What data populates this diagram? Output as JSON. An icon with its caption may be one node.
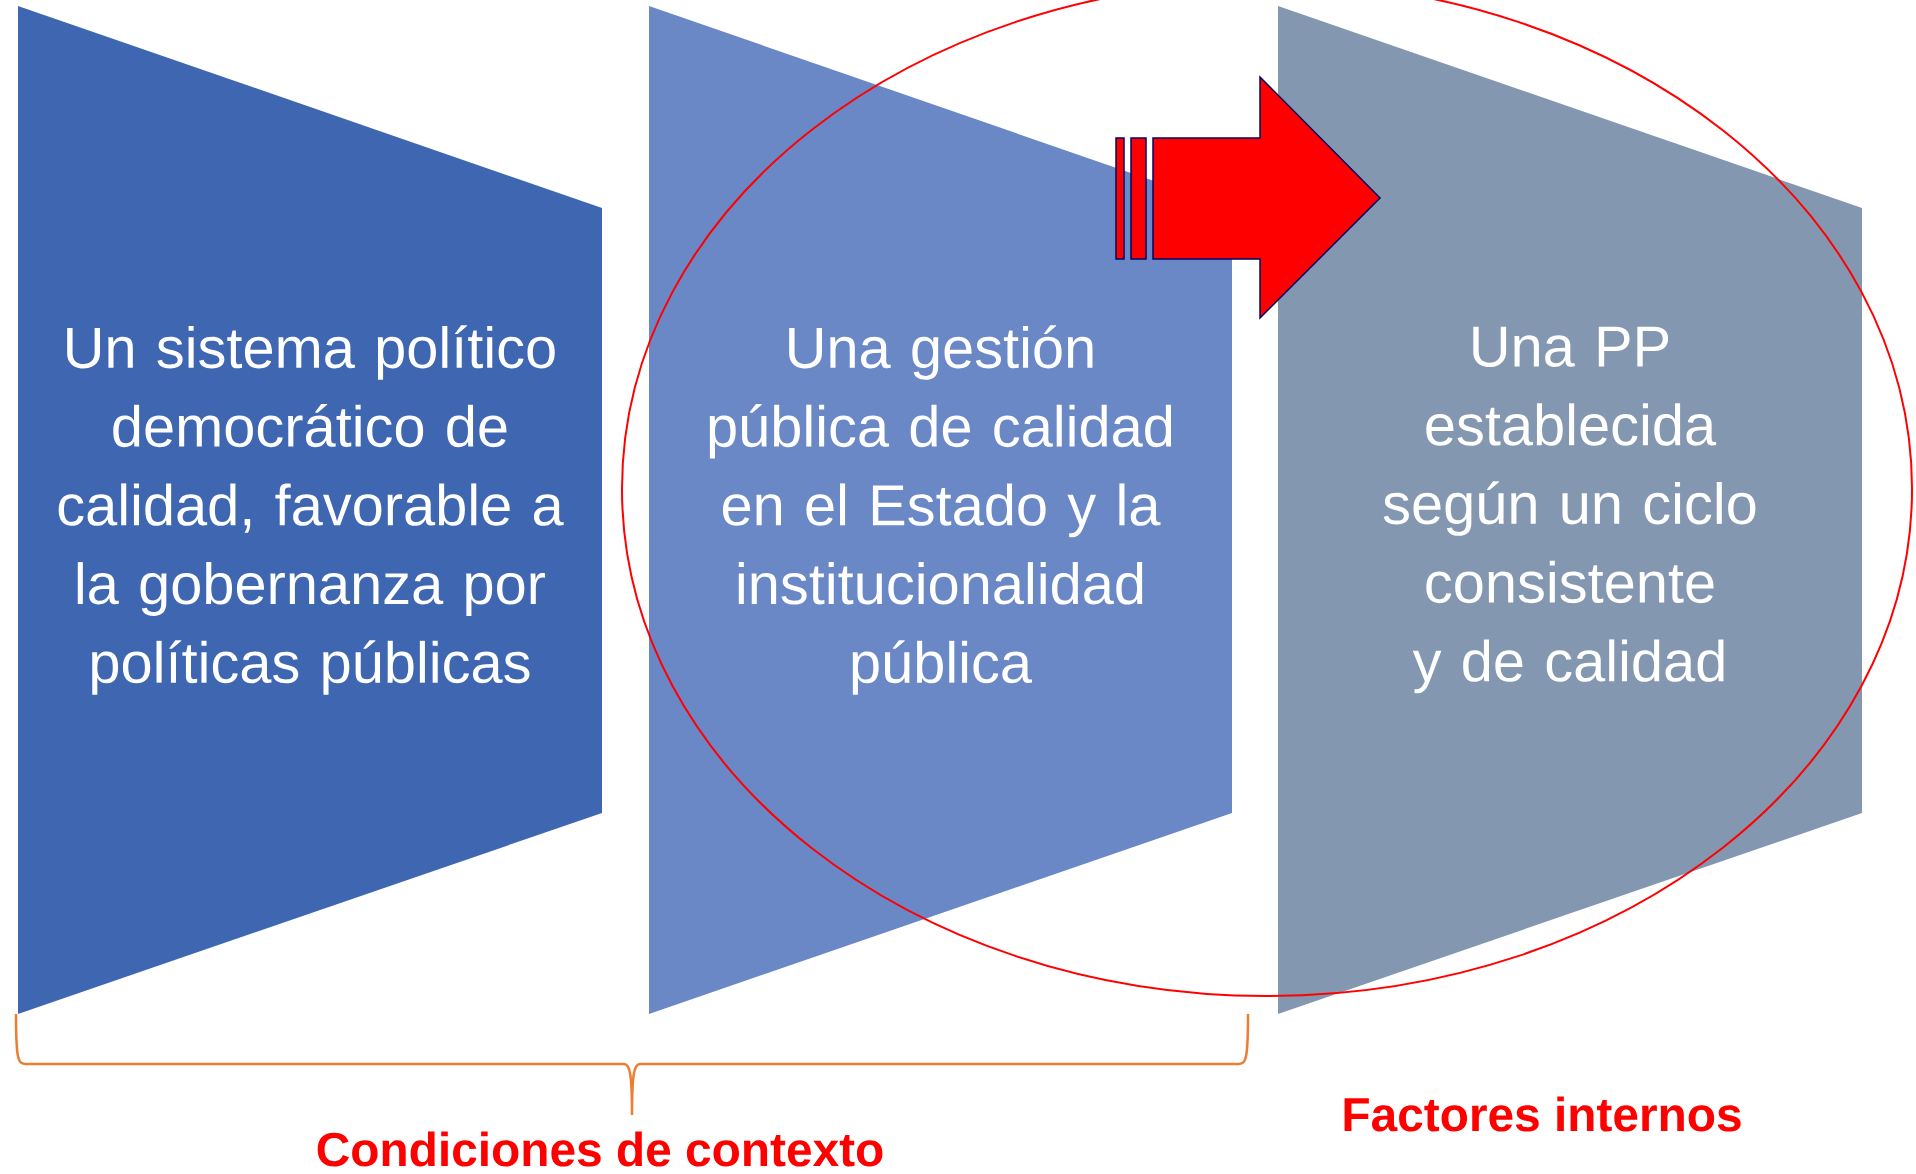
{
  "diagram": {
    "nodes": [
      {
        "text": [
          "Un sistema político democrático de calidad, favorable a la gobernanza por políticas públicas"
        ]
      },
      {
        "text": [
          "Una gestión pública de calidad en el Estado y la institucionalidad pública"
        ]
      },
      {
        "text": [
          "Una PP establecida según un ciclo consistente y de calidad"
        ]
      }
    ],
    "edges": [
      {
        "from": 1,
        "to": 2,
        "arrow": "to",
        "color": "#ff0000"
      }
    ],
    "labels": [
      "Condiciones de contexto",
      "Factores internos"
    ]
  }
}
